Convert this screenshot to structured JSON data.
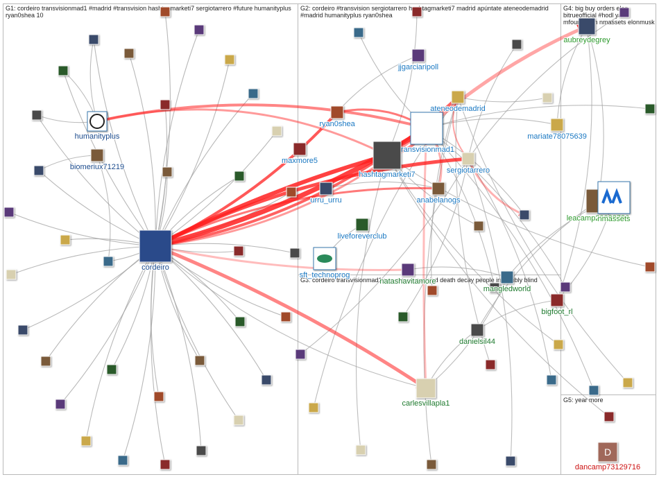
{
  "groups": [
    {
      "id": "G1",
      "title": "G1: cordeiro transvisionmad1 #madrid #transvision hashtagmarketi7 sergiotarrero #future humanityplus ryan0shea 10"
    },
    {
      "id": "G2",
      "title": "G2: cordeiro #transvision sergiotarrero hashtagmarketi7 madrid apúntate ateneodemadrid #madrid humanityplus ryan0shea"
    },
    {
      "id": "G3",
      "title": "G3: cordeiro transvisionmad1 see anyone worried death decay people incredibly blind"
    },
    {
      "id": "G4",
      "title": "G4: big buy orders elon bitrueofficial #hodl yal mfoundation nmassets elonmusk"
    },
    {
      "id": "G5",
      "title": "G5: year more"
    }
  ],
  "colors": {
    "g1_label": "#1a4a8c",
    "g2_label": "#1a78c2",
    "g3_label": "#1e7a2e",
    "g4_label": "#2e9a2e",
    "g5_label": "#cc1111",
    "edge_gray": "#a0a0a0",
    "edge_red": "#ff2020",
    "box_border": "#b9b9b9"
  },
  "labeled_nodes": [
    {
      "id": "humanityplus",
      "label": "humanityplus",
      "group": "G1",
      "icon": "humanityplus-logo"
    },
    {
      "id": "biomeriux71219",
      "label": "biomeriux71219",
      "group": "G1",
      "icon": "avatar"
    },
    {
      "id": "cordeiro",
      "label": "cordeiro",
      "group": "G1",
      "icon": "avatar"
    },
    {
      "id": "ryan0shea",
      "label": "ryan0shea",
      "group": "G2",
      "icon": "avatar"
    },
    {
      "id": "jjgarciaripoll",
      "label": "jjgarciaripoll",
      "group": "G2",
      "icon": "avatar"
    },
    {
      "id": "ateneodemadrid",
      "label": "ateneodemadrid",
      "group": "G2",
      "icon": "avatar"
    },
    {
      "id": "transvisionmad1",
      "label": "transvisionmad1",
      "group": "G2",
      "icon": "transvision-logo"
    },
    {
      "id": "maxmore5",
      "label": "maxmore5",
      "group": "G2",
      "icon": "avatar"
    },
    {
      "id": "hashtagmarketi7",
      "label": "hashtagmarketi7",
      "group": "G2",
      "icon": "avatar"
    },
    {
      "id": "sergiotarrero",
      "label": "sergiotarrero",
      "group": "G2",
      "icon": "avatar"
    },
    {
      "id": "urru_urru",
      "label": "urru_urru",
      "group": "G2",
      "icon": "avatar"
    },
    {
      "id": "anabelanogs",
      "label": "anabelanogs",
      "group": "G2",
      "icon": "avatar"
    },
    {
      "id": "liveforeverclub",
      "label": "liveforeverclub",
      "group": "G2",
      "icon": "avatar"
    },
    {
      "id": "sft_technoprog",
      "label": "sft_technoprog",
      "group": "G2",
      "icon": "eye-logo"
    },
    {
      "id": "natashavitamore",
      "label": "natashavitamore",
      "group": "G3",
      "icon": "avatar"
    },
    {
      "id": "mariate78075639",
      "label": "mariate78075639",
      "group": "G2",
      "icon": "avatar"
    },
    {
      "id": "manglesworld",
      "label": "mangledworld",
      "group": "G3",
      "icon": "avatar"
    },
    {
      "id": "bigfoot_rl",
      "label": "bigfoot_rl",
      "group": "G3",
      "icon": "avatar"
    },
    {
      "id": "danielsil44",
      "label": "danielsil44",
      "group": "G3",
      "icon": "avatar"
    },
    {
      "id": "carlesvillapla1",
      "label": "carlesvillapla1",
      "group": "G3",
      "icon": "avatar"
    },
    {
      "id": "aubreydegrey",
      "label": "aubreydegrey",
      "group": "G4",
      "icon": "avatar"
    },
    {
      "id": "leacamp",
      "label": "leacamp20033739",
      "group": "G4",
      "icon": "avatar"
    },
    {
      "id": "nmassets",
      "label": "nmassets",
      "group": "G4",
      "icon": "nmassets-logo"
    },
    {
      "id": "dancamp73129716",
      "label": "dancamp73129716",
      "group": "G5",
      "icon": "letter-d-avatar"
    }
  ],
  "avatar_letter": "D"
}
